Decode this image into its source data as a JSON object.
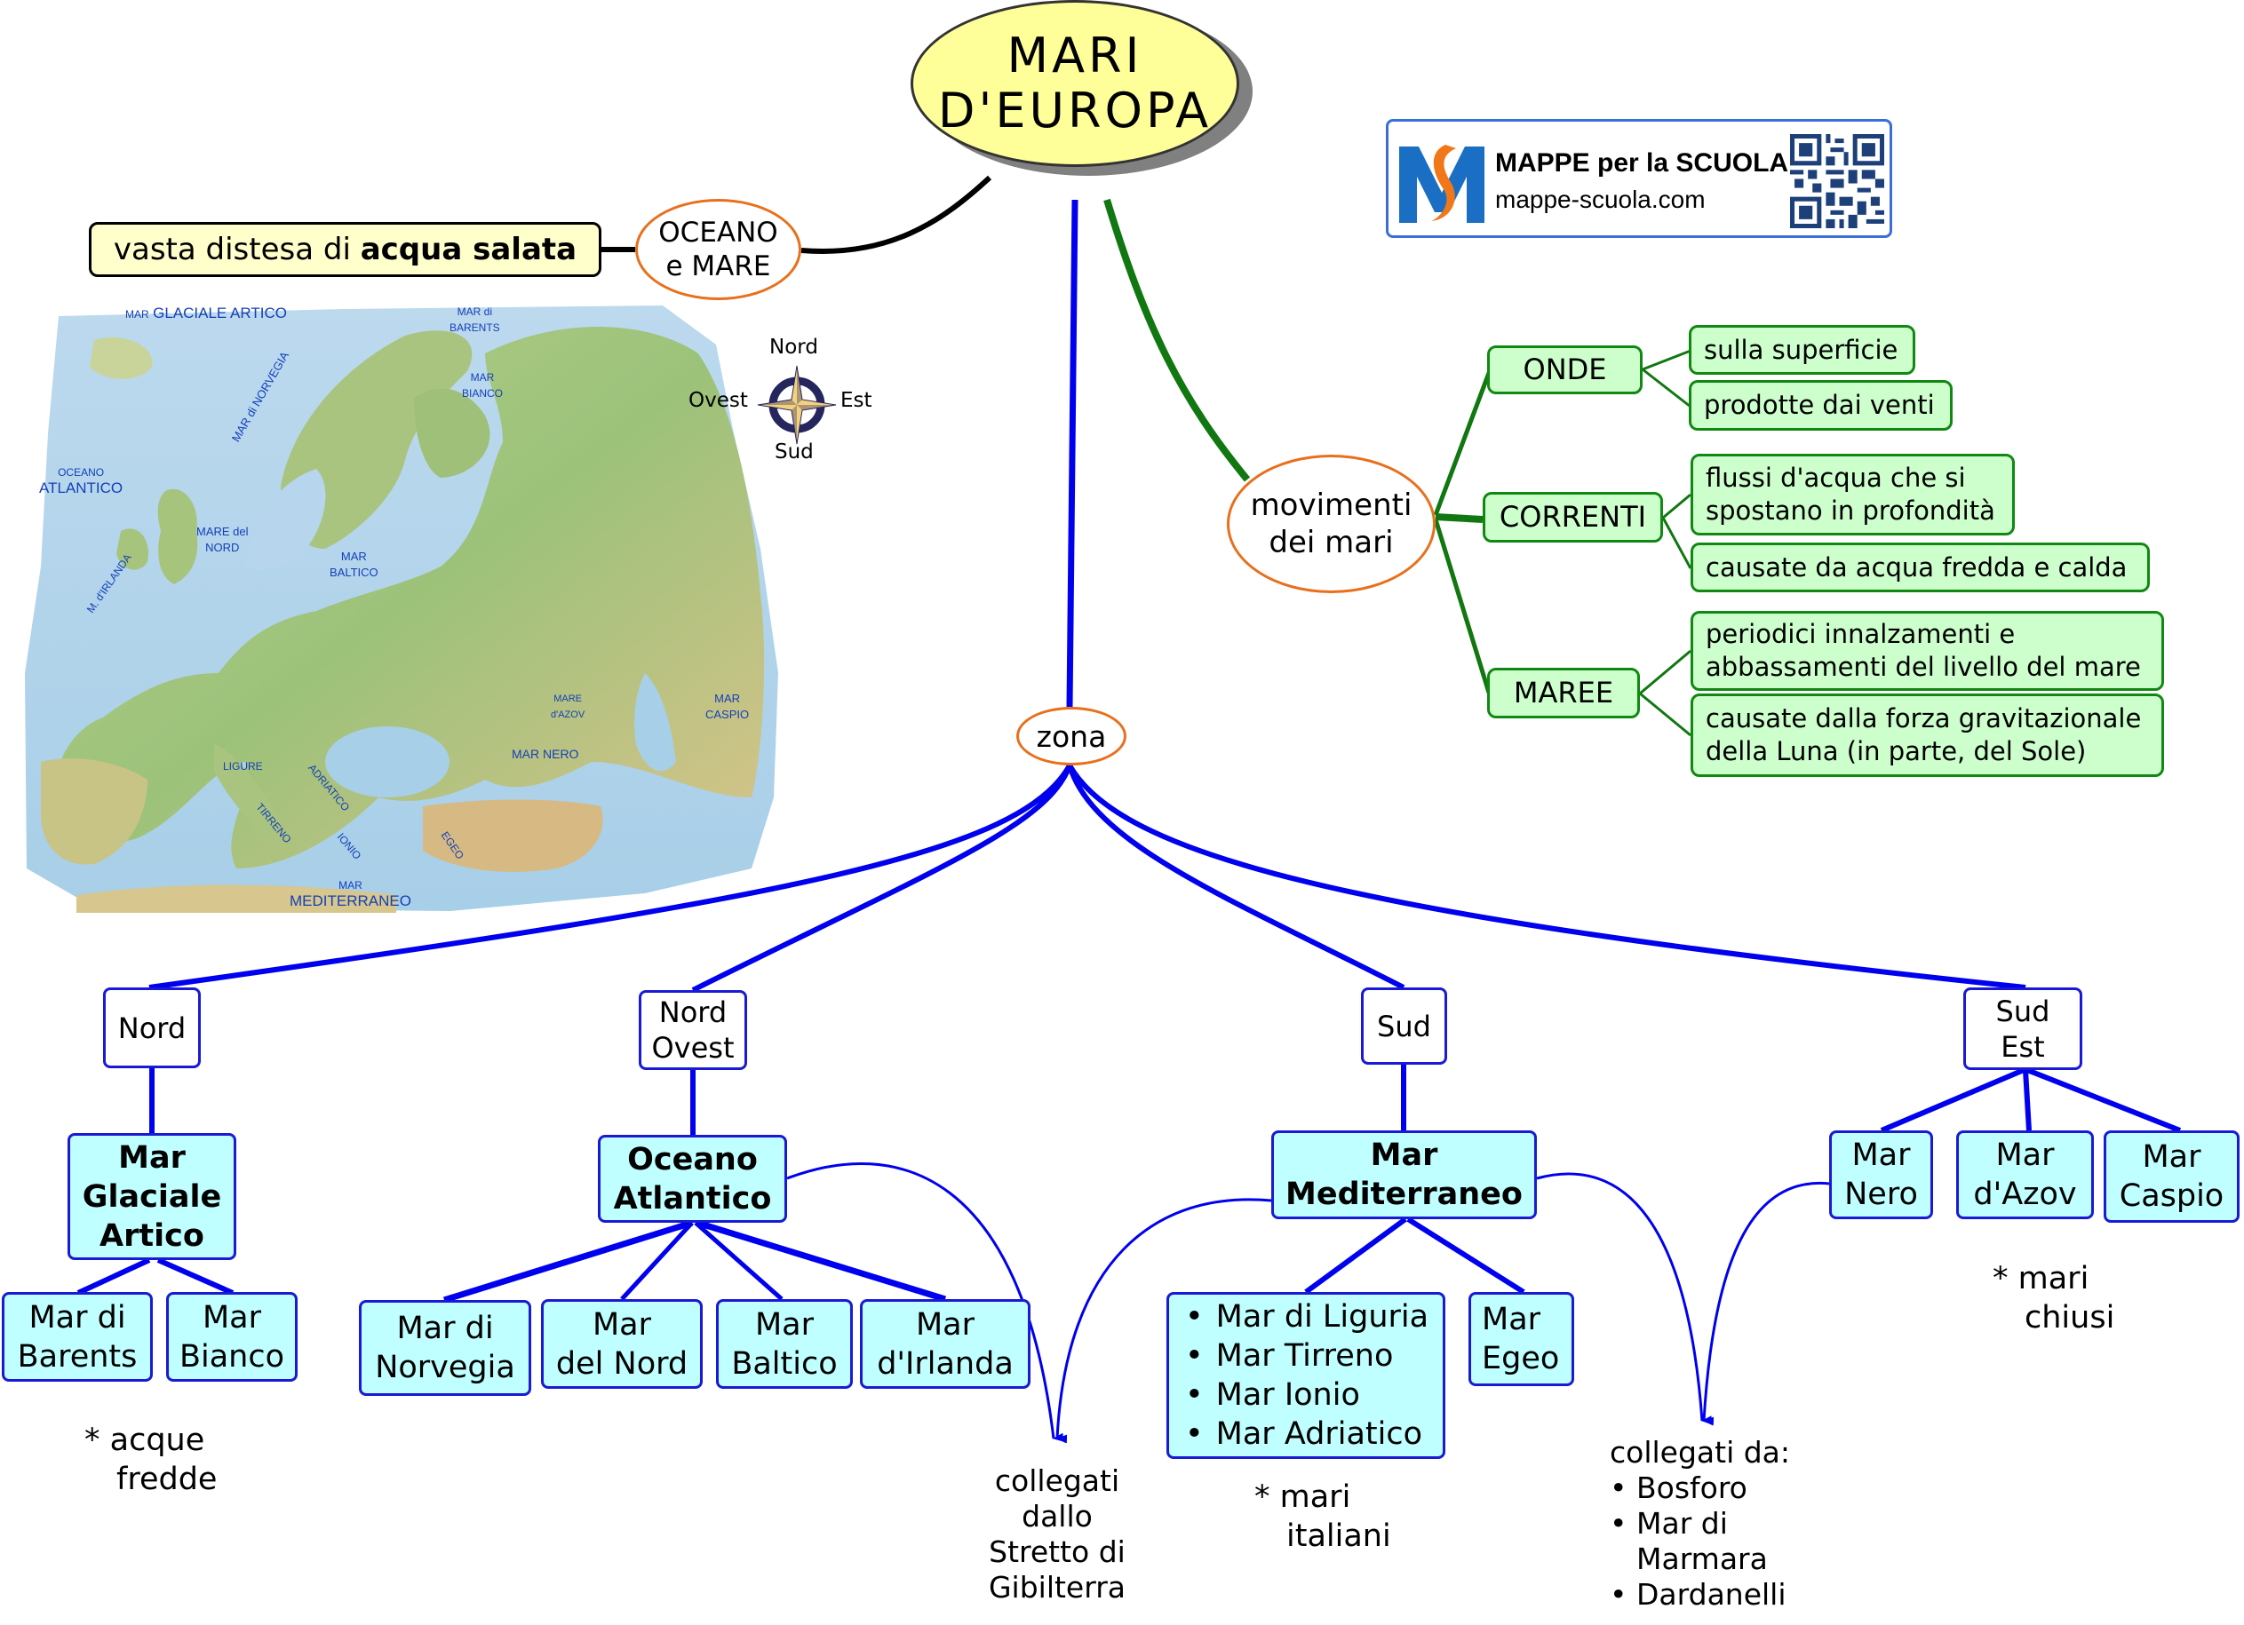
{
  "title": {
    "line1": "MARI",
    "line2": "D'EUROPA"
  },
  "definition": {
    "oval_line1": "OCEANO",
    "oval_line2": "e MARE",
    "text_normal": "vasta distesa di ",
    "text_bold": "acqua salata"
  },
  "logo": {
    "title": "MAPPE per la SCUOLA",
    "url": "mappe-scuola.com",
    "brand_colors": {
      "blue": "#1a6fc4",
      "orange": "#f07818"
    }
  },
  "compass": {
    "north": "Nord",
    "south": "Sud",
    "east": "Est",
    "west": "Ovest"
  },
  "map": {
    "labels": [
      {
        "small": "MAR",
        "big": "GLACIALE ARTICO"
      },
      {
        "small": "MAR di",
        "big": "BARENTS"
      },
      {
        "small": "MAR",
        "big": "BIANCO"
      },
      {
        "small": "",
        "big": "MAR di NORVEGIA"
      },
      {
        "small": "OCEANO",
        "big": "ATLANTICO"
      },
      {
        "small": "MARE del",
        "big": "NORD"
      },
      {
        "small": "MAR",
        "big": "BALTICO"
      },
      {
        "small": "",
        "big": "M. d'IRLANDA"
      },
      {
        "small": "MARE",
        "big": "d'AZOV"
      },
      {
        "small": "MAR",
        "big": "CASPIO"
      },
      {
        "small": "",
        "big": "MAR NERO"
      },
      {
        "small": "",
        "big": "LIGURE"
      },
      {
        "small": "",
        "big": "ADRIATICO"
      },
      {
        "small": "",
        "big": "TIRRENO"
      },
      {
        "small": "",
        "big": "IONIO"
      },
      {
        "small": "",
        "big": "EGEO"
      },
      {
        "small": "MAR",
        "big": "MEDITERRANEO"
      }
    ]
  },
  "movements": {
    "oval_line1": "movimenti",
    "oval_line2": "dei mari",
    "groups": [
      {
        "label": "ONDE",
        "items": [
          "sulla superficie",
          "prodotte dai venti"
        ]
      },
      {
        "label": "CORRENTI",
        "items": [
          "flussi d'acqua che si spostano in profondità",
          "causate da acqua fredda e calda"
        ]
      },
      {
        "label": "MAREE",
        "items": [
          "periodici innalzamenti e abbassamenti del livello del mare",
          "causate dalla forza gravitazionale della Luna (in parte, del Sole)"
        ]
      }
    ],
    "item_lines": [
      [
        "sulla superficie"
      ],
      [
        "prodotte dai venti"
      ],
      [
        "flussi d'acqua che si",
        "spostano in profondità"
      ],
      [
        "causate da acqua fredda e calda"
      ],
      [
        "periodici innalzamenti e",
        "abbassamenti del livello del mare"
      ],
      [
        "causate dalla forza gravitazionale",
        "della Luna (in parte, del Sole)"
      ]
    ]
  },
  "zone": {
    "label": "zona",
    "regions": [
      {
        "direction": [
          "Nord"
        ],
        "main": [
          "Mar",
          "Glaciale",
          "Artico"
        ],
        "seas": [
          [
            "Mar di",
            "Barents"
          ],
          [
            "Mar",
            "Bianco"
          ]
        ],
        "note": [
          "acque",
          "fredde"
        ]
      },
      {
        "direction": [
          "Nord",
          "Ovest"
        ],
        "main": [
          "Oceano",
          "Atlantico"
        ],
        "seas": [
          [
            "Mar di",
            "Norvegia"
          ],
          [
            "Mar",
            "del Nord"
          ],
          [
            "Mar",
            "Baltico"
          ],
          [
            "Mar",
            "d'Irlanda"
          ]
        ]
      },
      {
        "direction": [
          "Sud"
        ],
        "main": [
          "Mar",
          "Mediterraneo"
        ],
        "italian_seas": [
          "Mar di Liguria",
          "Mar Tirreno",
          "Mar Ionio",
          "Mar Adriatico"
        ],
        "seas": [
          [
            "Mar",
            "Egeo"
          ]
        ],
        "note": [
          "mari",
          "italiani"
        ]
      },
      {
        "direction": [
          "Sud",
          "Est"
        ],
        "seas": [
          [
            "Mar",
            "Nero"
          ],
          [
            "Mar",
            "d'Azov"
          ],
          [
            "Mar",
            "Caspio"
          ]
        ],
        "note": [
          "mari",
          "chiusi"
        ]
      }
    ],
    "gibraltar_note": [
      "collegati",
      "dallo",
      "Stretto di",
      "Gibilterra"
    ],
    "straits_note": {
      "heading": "collegati da:",
      "items": [
        "Bosforo",
        "Mar di Marmara",
        "Dardanelli"
      ],
      "item_lines": [
        [
          "Bosforo"
        ],
        [
          "Mar di",
          "Marmara"
        ],
        [
          "Dardanelli"
        ]
      ]
    },
    "asterisk": "*"
  },
  "colors": {
    "center_fill": "#ffff99",
    "oval_border": "#e8701c",
    "blue_link": "#0000ee",
    "green_link": "#117711",
    "green_fill": "#ccffcc",
    "cyan_fill": "#bfffff"
  }
}
